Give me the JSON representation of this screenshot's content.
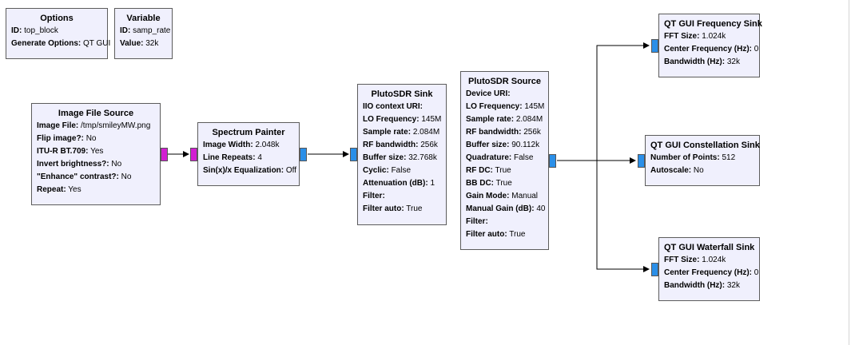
{
  "colors": {
    "block_bg": "#f0f0fd",
    "block_border": "#5c5c5c",
    "port_complex": "#2a8fe8",
    "port_byte": "#d21ed2",
    "wire": "#000000"
  },
  "blocks": {
    "options": {
      "title": "Options",
      "params": [
        {
          "k": "ID:",
          "v": "top_block"
        },
        {
          "k": "Generate Options:",
          "v": "QT GUI"
        }
      ]
    },
    "variable": {
      "title": "Variable",
      "params": [
        {
          "k": "ID:",
          "v": "samp_rate"
        },
        {
          "k": "Value:",
          "v": "32k"
        }
      ]
    },
    "image_file_source": {
      "title": "Image File Source",
      "params": [
        {
          "k": "Image File:",
          "v": "/tmp/smileyMW.png"
        },
        {
          "k": "Flip image?:",
          "v": "No"
        },
        {
          "k": "ITU-R BT.709:",
          "v": "Yes"
        },
        {
          "k": "Invert brightness?:",
          "v": "No"
        },
        {
          "k": "\"Enhance\" contrast?:",
          "v": "No"
        },
        {
          "k": "Repeat:",
          "v": "Yes"
        }
      ]
    },
    "spectrum_painter": {
      "title": "Spectrum Painter",
      "params": [
        {
          "k": "Image Width:",
          "v": "2.048k"
        },
        {
          "k": "Line Repeats:",
          "v": "4"
        },
        {
          "k": "Sin(x)/x Equalization:",
          "v": "Off"
        }
      ]
    },
    "plutosdr_sink": {
      "title": "PlutoSDR Sink",
      "params": [
        {
          "k": "IIO context URI:",
          "v": ""
        },
        {
          "k": "LO Frequency:",
          "v": "145M"
        },
        {
          "k": "Sample rate:",
          "v": "2.084M"
        },
        {
          "k": "RF bandwidth:",
          "v": "256k"
        },
        {
          "k": "Buffer size:",
          "v": "32.768k"
        },
        {
          "k": "Cyclic:",
          "v": "False"
        },
        {
          "k": "Attenuation (dB):",
          "v": "1"
        },
        {
          "k": "Filter:",
          "v": ""
        },
        {
          "k": "Filter auto:",
          "v": "True"
        }
      ]
    },
    "plutosdr_source": {
      "title": "PlutoSDR Source",
      "params": [
        {
          "k": "Device URI:",
          "v": ""
        },
        {
          "k": "LO Frequency:",
          "v": "145M"
        },
        {
          "k": "Sample rate:",
          "v": "2.084M"
        },
        {
          "k": "RF bandwidth:",
          "v": "256k"
        },
        {
          "k": "Buffer size:",
          "v": "90.112k"
        },
        {
          "k": "Quadrature:",
          "v": "False"
        },
        {
          "k": "RF DC:",
          "v": "True"
        },
        {
          "k": "BB DC:",
          "v": "True"
        },
        {
          "k": "Gain Mode:",
          "v": "Manual"
        },
        {
          "k": "Manual Gain (dB):",
          "v": "40"
        },
        {
          "k": "Filter:",
          "v": ""
        },
        {
          "k": "Filter auto:",
          "v": "True"
        }
      ]
    },
    "freq_sink": {
      "title": "QT GUI Frequency Sink",
      "params": [
        {
          "k": "FFT Size:",
          "v": "1.024k"
        },
        {
          "k": "Center Frequency (Hz):",
          "v": "0"
        },
        {
          "k": "Bandwidth (Hz):",
          "v": "32k"
        }
      ]
    },
    "constellation_sink": {
      "title": "QT GUI Constellation Sink",
      "params": [
        {
          "k": "Number of Points:",
          "v": "512"
        },
        {
          "k": "Autoscale:",
          "v": "No"
        }
      ]
    },
    "waterfall_sink": {
      "title": "QT GUI Waterfall Sink",
      "params": [
        {
          "k": "FFT Size:",
          "v": "1.024k"
        },
        {
          "k": "Center Frequency (Hz):",
          "v": "0"
        },
        {
          "k": "Bandwidth (Hz):",
          "v": "32k"
        }
      ]
    }
  }
}
